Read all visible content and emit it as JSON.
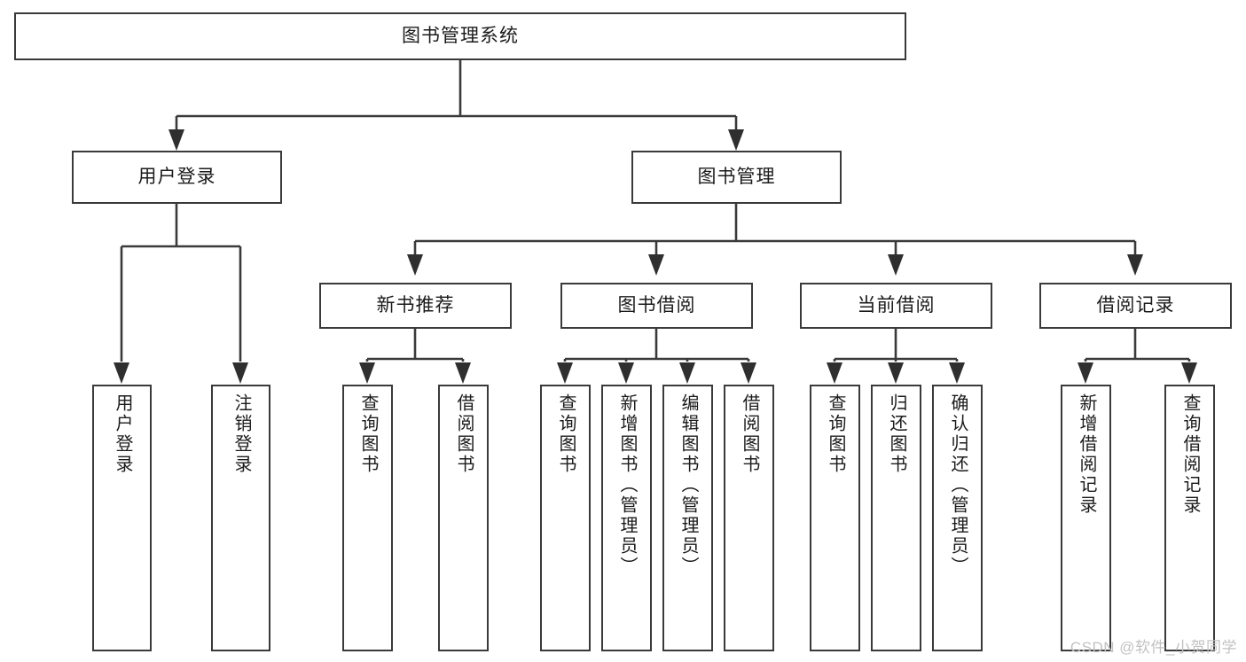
{
  "diagram": {
    "type": "tree",
    "title": "图书管理系统",
    "root": {
      "label": "图书管理系统"
    },
    "level1": [
      {
        "label": "用户登录"
      },
      {
        "label": "图书管理"
      }
    ],
    "level2": [
      {
        "label": "新书推荐"
      },
      {
        "label": "图书借阅"
      },
      {
        "label": "当前借阅"
      },
      {
        "label": "借阅记录"
      }
    ],
    "leaves": {
      "user_login": [
        {
          "label": "用户登录"
        },
        {
          "label": "注销登录"
        }
      ],
      "new_book_recommend": [
        {
          "label": "查询图书"
        },
        {
          "label": "借阅图书"
        }
      ],
      "book_borrow": [
        {
          "label": "查询图书"
        },
        {
          "label": "新增图书（管理员）"
        },
        {
          "label": "编辑图书（管理员）"
        },
        {
          "label": "借阅图书"
        }
      ],
      "current_borrow": [
        {
          "label": "查询图书"
        },
        {
          "label": "归还图书"
        },
        {
          "label": "确认归还（管理员）"
        }
      ],
      "borrow_record": [
        {
          "label": "新增借阅记录"
        },
        {
          "label": "查询借阅记录"
        }
      ]
    },
    "watermark": "CSDN @软件_小贺同学",
    "colors": {
      "stroke": "#3a3a3a",
      "fill": "#ffffff",
      "text": "#1b1b1b",
      "watermark": "#c2c2c2"
    }
  }
}
